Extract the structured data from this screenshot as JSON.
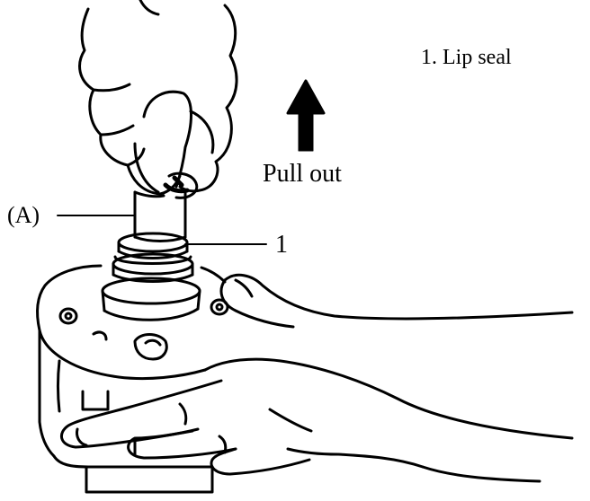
{
  "legend": {
    "items": [
      {
        "text": "1. Lip seal"
      }
    ]
  },
  "labels": {
    "tool": "(A)",
    "part_number": "1",
    "direction": "Pull out"
  },
  "colors": {
    "line": "#000000",
    "background": "#ffffff"
  }
}
